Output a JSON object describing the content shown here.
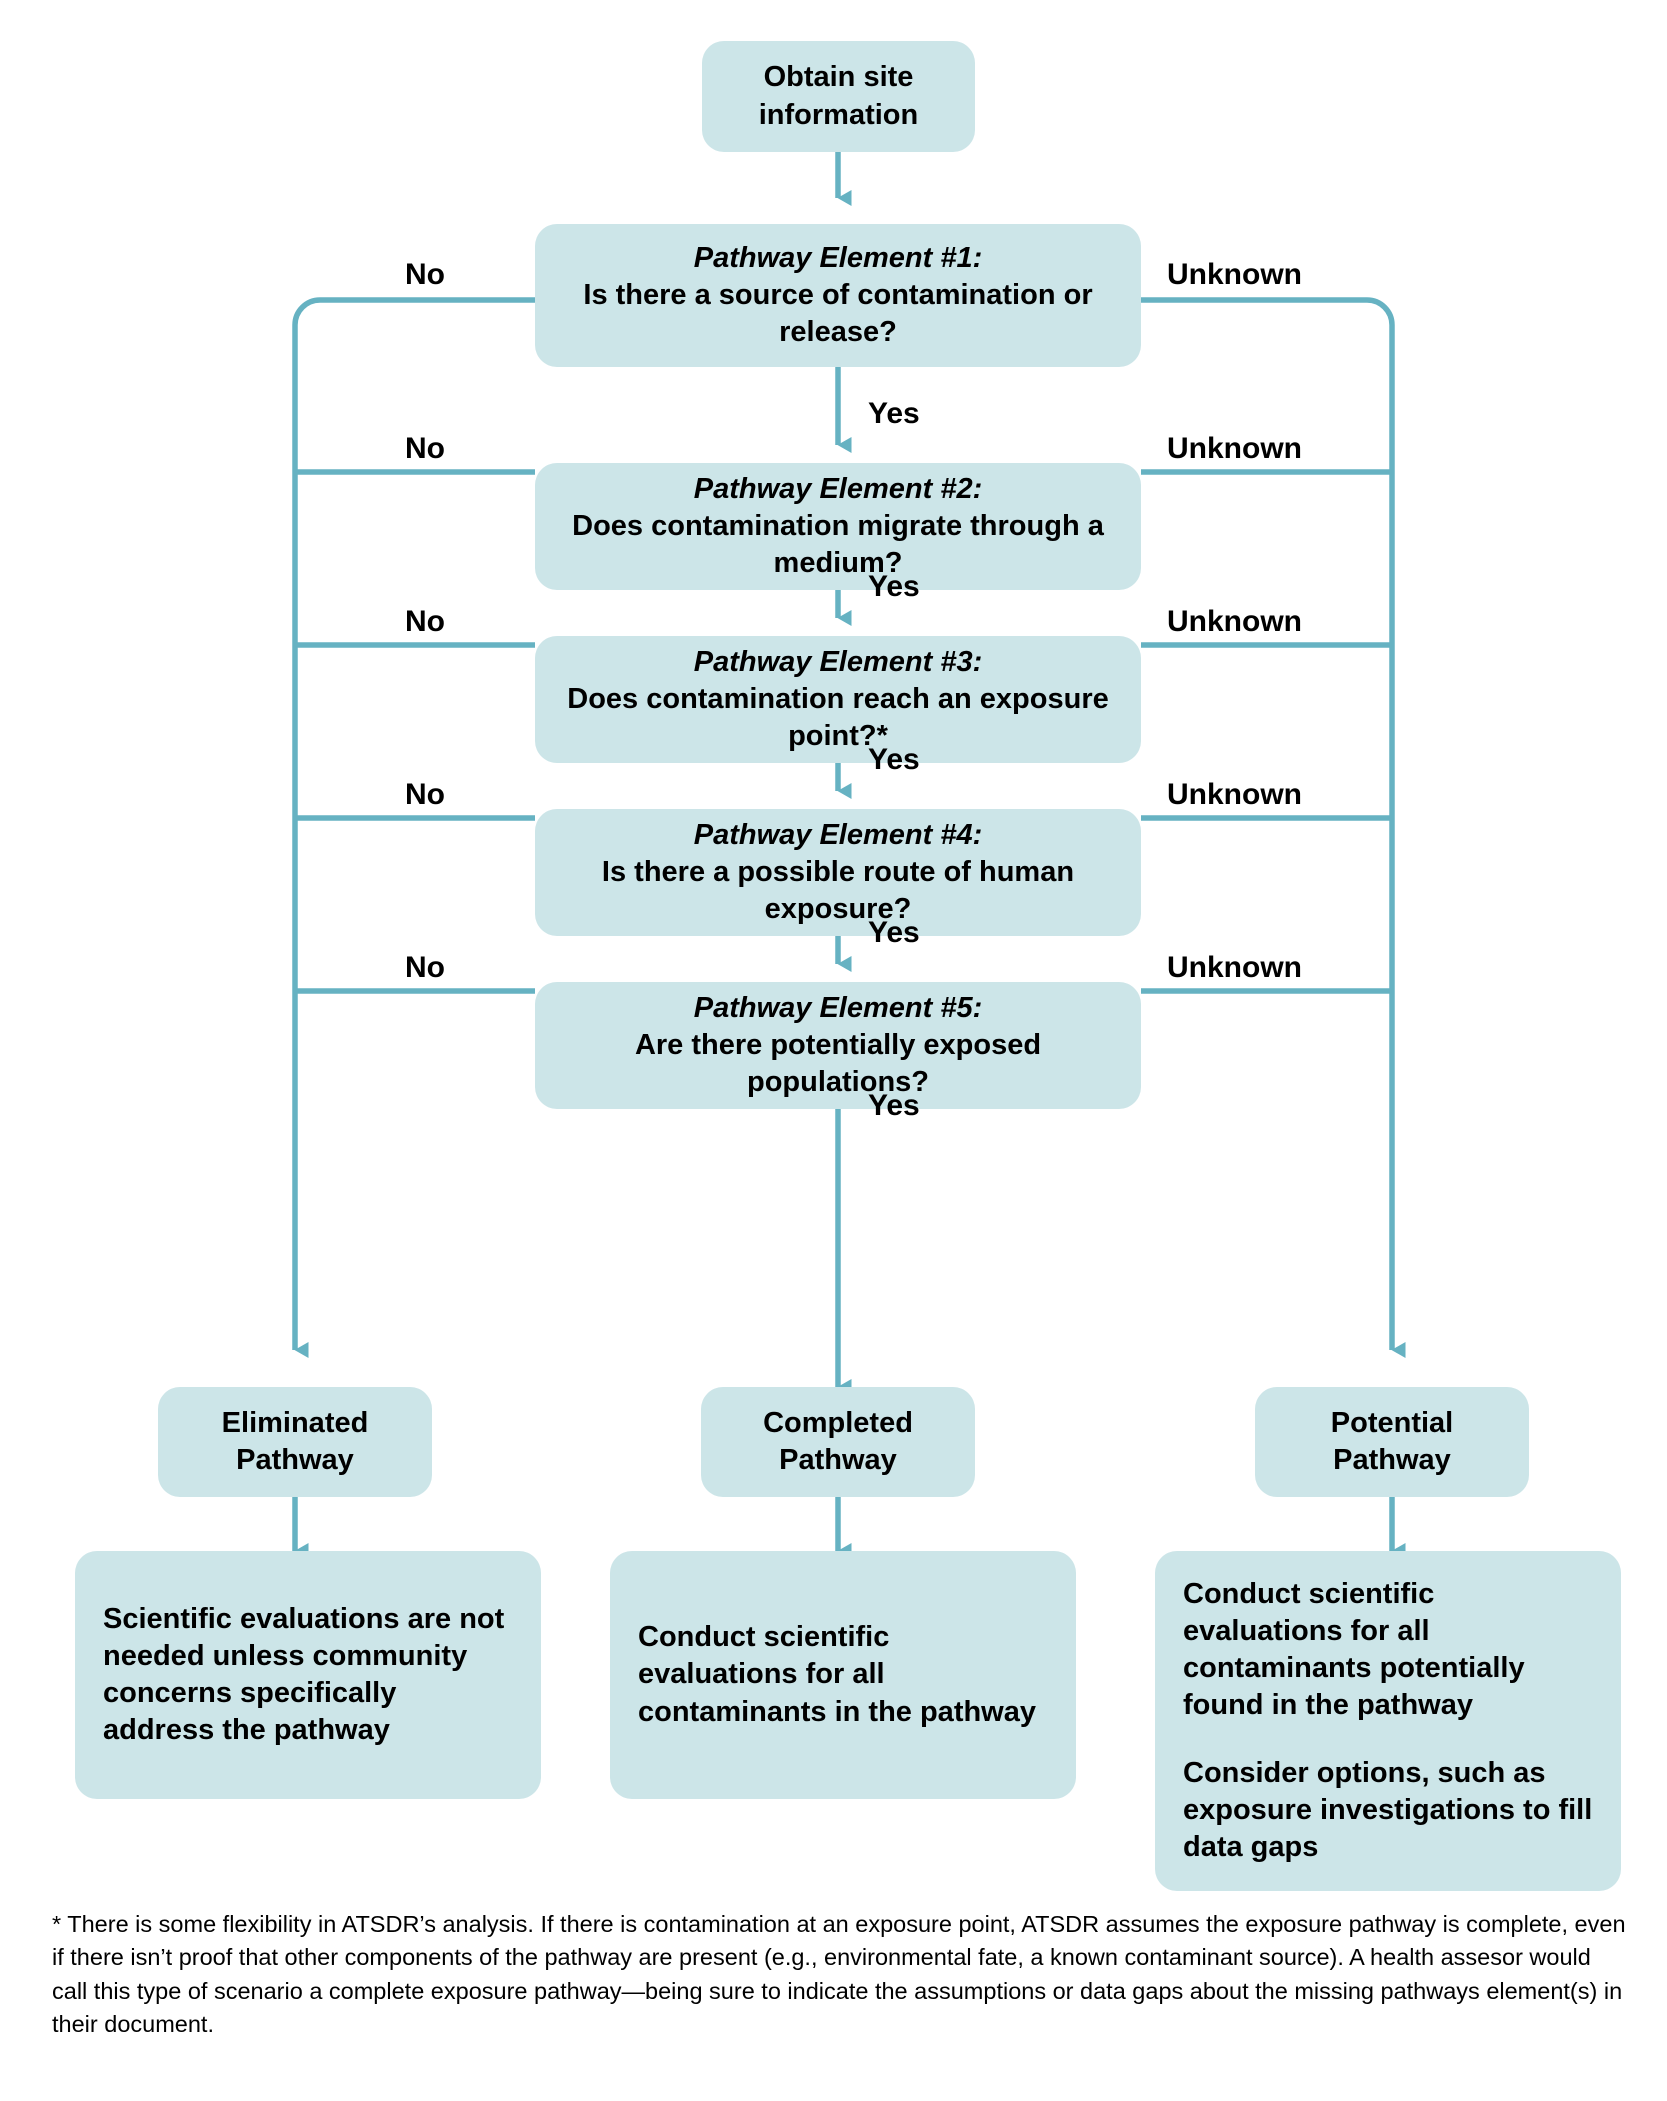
{
  "diagram": {
    "title": "Exposure Pathway Evaluation Flowchart",
    "accent_color": "#66b2c2",
    "node_fill": "#cce5e8",
    "text_color": "#000000",
    "background": "#ffffff"
  },
  "start": {
    "label": "Obtain site\ninformation"
  },
  "elements": [
    {
      "title": "Pathway Element #1:",
      "question": "Is there a source of contamination or release?",
      "no_label": "No",
      "yes_label": "Yes",
      "unknown_label": "Unknown"
    },
    {
      "title": "Pathway Element #2:",
      "question": "Does contamination migrate through a medium?",
      "no_label": "No",
      "yes_label": "Yes",
      "unknown_label": "Unknown"
    },
    {
      "title": "Pathway Element #3:",
      "question": "Does contamination reach an exposure point?*",
      "no_label": "No",
      "yes_label": "Yes",
      "unknown_label": "Unknown"
    },
    {
      "title": "Pathway Element #4:",
      "question": "Is there a possible route of human exposure?",
      "no_label": "No",
      "yes_label": "Yes",
      "unknown_label": "Unknown"
    },
    {
      "title": "Pathway Element #5:",
      "question": "Are there potentially exposed populations?",
      "no_label": "No",
      "yes_label": "Yes",
      "unknown_label": "Unknown"
    }
  ],
  "outcomes": {
    "eliminated": {
      "label": "Eliminated\nPathway",
      "action": "Scientific evaluations are not needed unless community concerns specifically address the pathway"
    },
    "completed": {
      "label": "Completed\nPathway",
      "action": "Conduct scientific evaluations for all contaminants in the pathway"
    },
    "potential": {
      "label": "Potential\nPathway",
      "action_1": "Conduct scientific evaluations for all contaminants potentially found in the pathway",
      "action_2": "Consider options, such as exposure investigations to fill data gaps"
    }
  },
  "footnote": {
    "text": "* There is some flexibility in ATSDR’s analysis. If there is contamination at an exposure point, ATSDR assumes the exposure pathway is complete, even if there isn’t proof that other components of the pathway are present (e.g., environmental fate, a known contaminant source). A health assesor would call this type of scenario a complete exposure pathway—being sure to indicate the assumptions or data gaps about the missing pathways element(s) in their document."
  }
}
